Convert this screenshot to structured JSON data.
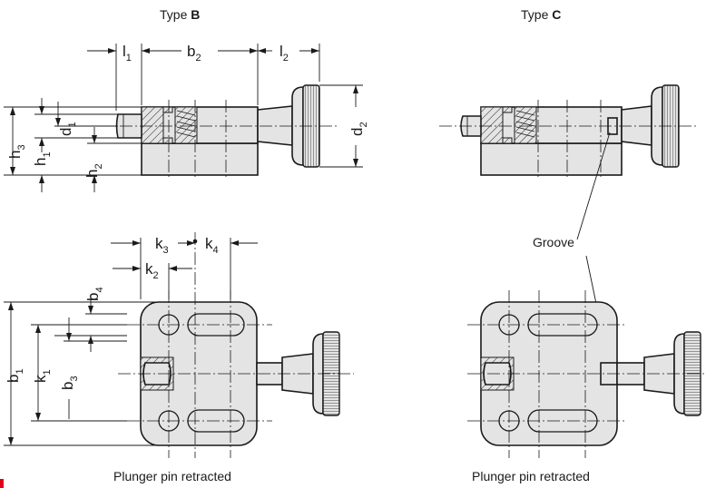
{
  "views": {
    "type_b": {
      "type_word": "Type",
      "type_letter": "B"
    },
    "type_c": {
      "type_word": "Type",
      "type_letter": "C"
    }
  },
  "dimensions": {
    "l1": {
      "base": "l",
      "sub": "1"
    },
    "b2": {
      "base": "b",
      "sub": "2"
    },
    "l2": {
      "base": "l",
      "sub": "2"
    },
    "d2": {
      "base": "d",
      "sub": "2"
    },
    "h3": {
      "base": "h",
      "sub": "3"
    },
    "d1": {
      "base": "d",
      "sub": "1"
    },
    "h1": {
      "base": "h",
      "sub": "1"
    },
    "h2": {
      "base": "h",
      "sub": "2"
    },
    "k3": {
      "base": "k",
      "sub": "3"
    },
    "k4": {
      "base": "k",
      "sub": "4"
    },
    "k2": {
      "base": "k",
      "sub": "2"
    },
    "b4": {
      "base": "b",
      "sub": "4"
    },
    "b1": {
      "base": "b",
      "sub": "1"
    },
    "k1": {
      "base": "k",
      "sub": "1"
    },
    "b3": {
      "base": "b",
      "sub": "3"
    }
  },
  "labels": {
    "groove": "Groove",
    "caption_left": "Plunger pin retracted",
    "caption_right": "Plunger pin retracted"
  },
  "colors": {
    "line": "#1a1a1a",
    "fill": "#e4e4e4",
    "accent": "#e2001a"
  }
}
